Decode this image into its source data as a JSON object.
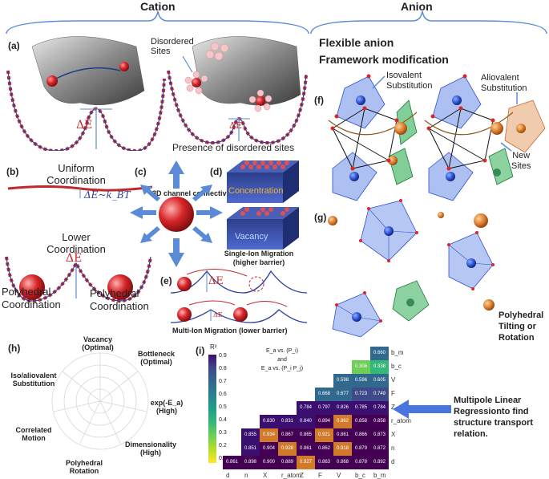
{
  "headers": {
    "cation": "Cation",
    "anion": "Anion"
  },
  "panel_letters": {
    "a": "(a)",
    "b": "(b)",
    "c": "(c)",
    "d": "(d)",
    "e": "(e)",
    "f": "(f)",
    "g": "(g)",
    "h": "(h)",
    "i": "(i)"
  },
  "panel_a": {
    "energy_label": "ΔE",
    "energy_label_disordered": "ΔE'",
    "disordered_sites": "Disordered\nSites",
    "caption": "Presence of disordered sites"
  },
  "panel_b": {
    "title_line1": "Uniform",
    "title_line2": "Coordination",
    "energy_label": "ΔE~k_BT"
  },
  "panel_c": {
    "label": "3D channel connectivity"
  },
  "panel_d": {
    "concentration": "Concentration",
    "vacancy": "Vacancy"
  },
  "panel_e": {
    "single_line1": "Single-Ion Migration",
    "single_line2": "(higher barrier)",
    "multi": "Multi-Ion Migration (lower barrier)",
    "energy_label": "ΔE",
    "energy_label_small": "ΔE"
  },
  "lower_panel": {
    "title_line1": "Lower",
    "title_line2": "Coordination",
    "energy_label": "ΔE",
    "left_line1": "Polyhedral",
    "left_line2": "Coordination",
    "right_line1": "Polyhedral",
    "right_line2": "Coordination"
  },
  "anion_panel": {
    "title_line1": "Flexible anion",
    "title_line2": "Framework modification",
    "isovalent": "Isovalent\nSubstitution",
    "aliovalent": "Aliovalent\nSubstitution",
    "new_sites": "New\nSites",
    "polyhedral": "Polyhedral\nTilting or\nRotation"
  },
  "radar": {
    "axes": [
      "Vacancy\n(Optimal)",
      "Bottleneck\n(Optimal)",
      "exp(-E_a)\n(High)",
      "Dimensionality\n(High)",
      "Polyhedral\nRotation",
      "Correlated\nMotion",
      "Iso/aliovalent\nSubstitution"
    ]
  },
  "heatmap": {
    "colorbar_title": "R²",
    "colorbar_ticks": [
      "0.9",
      "0.8",
      "0.7",
      "0.6",
      "0.5",
      "0.4",
      "0.3",
      "0.2",
      "0.1"
    ],
    "legend_line1": "E_a vs. (P_i)",
    "legend_line2": "and",
    "legend_line3": "E_a vs. (P_i P_j)",
    "row_labels": [
      "b_m",
      "b_c",
      "V",
      "F",
      "Z",
      "r_atom",
      "X",
      "n",
      "d"
    ],
    "col_labels": [
      "d",
      "n",
      "X",
      "r_atom",
      "Z",
      "F",
      "V",
      "b_c",
      "b_m"
    ],
    "rows": [
      [
        "0.660"
      ],
      [
        "0.308",
        "0.338"
      ],
      [
        "0.598",
        "0.596",
        "0.605"
      ],
      [
        "0.668",
        "0.677",
        "0.723",
        "0.749"
      ],
      [
        "0.784",
        "0.797",
        "0.826",
        "0.785",
        "0.784"
      ],
      [
        "0.830",
        "0.831",
        "0.840",
        "0.894",
        "0.862",
        "0.858",
        "0.858"
      ],
      [
        "0.855",
        "0.934",
        "0.867",
        "0.865",
        "0.921",
        "0.861",
        "0.866",
        "0.873"
      ],
      [
        "0.851",
        "0.904",
        "0.928",
        "0.861",
        "0.862",
        "0.918",
        "0.879",
        "0.872"
      ],
      [
        "0.861",
        "0.898",
        "0.900",
        "0.889",
        "0.927",
        "0.863",
        "0.868",
        "0.878",
        "0.892"
      ]
    ],
    "side_text_line1": "Multipole Linear",
    "side_text_line2": "Regressionto find",
    "side_text_line3": "structure transport",
    "side_text_line4": "relation."
  },
  "colors": {
    "arrow_blue": "#5b8bd6",
    "curve_red": "#c0282a",
    "curve_blue": "#2b3f9e",
    "poly_blue": "#4a74e0"
  }
}
